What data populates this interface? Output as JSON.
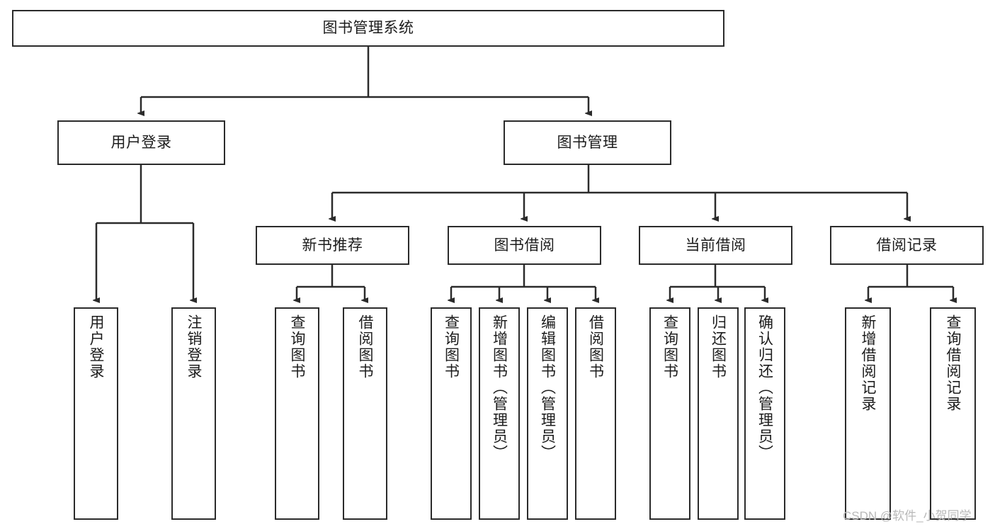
{
  "diagram": {
    "title": "图书管理系统",
    "type": "hierarchy-tree",
    "watermark": "CSDN @软件_小贺同学",
    "colors": {
      "stroke": "#2b2b2b",
      "fill": "#ffffff",
      "text": "#1c1c1c",
      "watermark": "#b9b9b9"
    },
    "nodes": {
      "root": {
        "label": "图书管理系统"
      },
      "level2": [
        {
          "label": "用户登录"
        },
        {
          "label": "图书管理"
        }
      ],
      "level3": [
        {
          "label": "新书推荐"
        },
        {
          "label": "图书借阅"
        },
        {
          "label": "当前借阅"
        },
        {
          "label": "借阅记录"
        }
      ],
      "leaves_user_login": [
        {
          "label": "用户登录"
        },
        {
          "label": "注销登录"
        }
      ],
      "leaves_new_book": [
        {
          "label": "查询图书"
        },
        {
          "label": "借阅图书"
        }
      ],
      "leaves_borrow": [
        {
          "label": "查询图书"
        },
        {
          "label": "新增图书（管理员）"
        },
        {
          "label": "编辑图书（管理员）"
        },
        {
          "label": "借阅图书"
        }
      ],
      "leaves_current": [
        {
          "label": "查询图书"
        },
        {
          "label": "归还图书"
        },
        {
          "label": "确认归还（管理员）"
        }
      ],
      "leaves_records": [
        {
          "label": "新增借阅记录"
        },
        {
          "label": "查询借阅记录"
        }
      ]
    }
  }
}
